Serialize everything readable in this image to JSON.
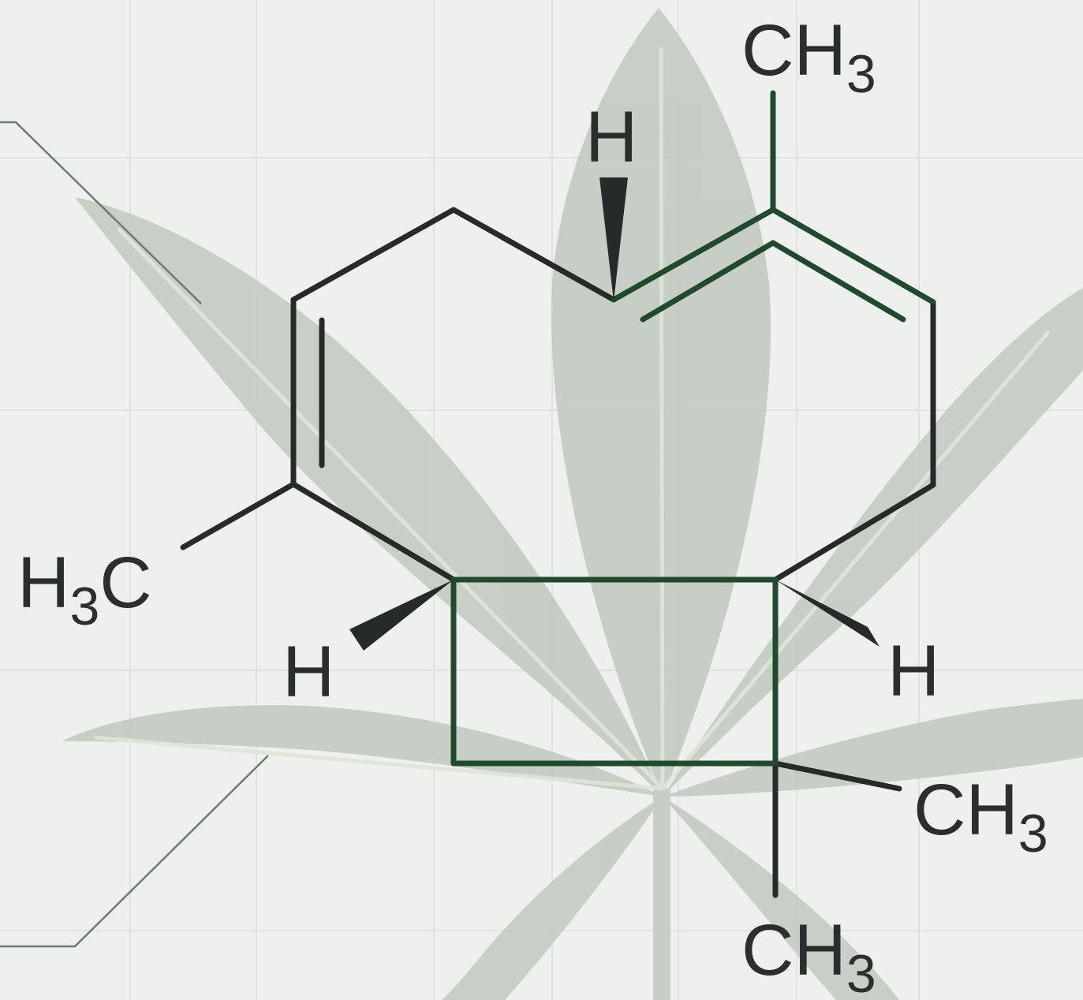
{
  "colors": {
    "background": "#eef0ed",
    "grid": "#dfe3df",
    "leaf": "#c3cbc1",
    "leaf_vein": "#dfe6d8",
    "bond_dark": "#262a28",
    "bond_green": "#1f4a2e",
    "label": "#2a2e2c",
    "guide_line": "#6f7a70"
  },
  "icons": {
    "background": "cannabis-leaf-icon"
  },
  "labels": {
    "methyl_top": {
      "main": "CH",
      "sub": "3"
    },
    "methyl_left": {
      "pre": "H",
      "sub": "3",
      "post": "C"
    },
    "methyl_right": {
      "main": "CH",
      "sub": "3"
    },
    "methyl_bottom": {
      "main": "CH",
      "sub": "3"
    },
    "h_top": "H",
    "h_left": "H",
    "h_right": "H"
  }
}
